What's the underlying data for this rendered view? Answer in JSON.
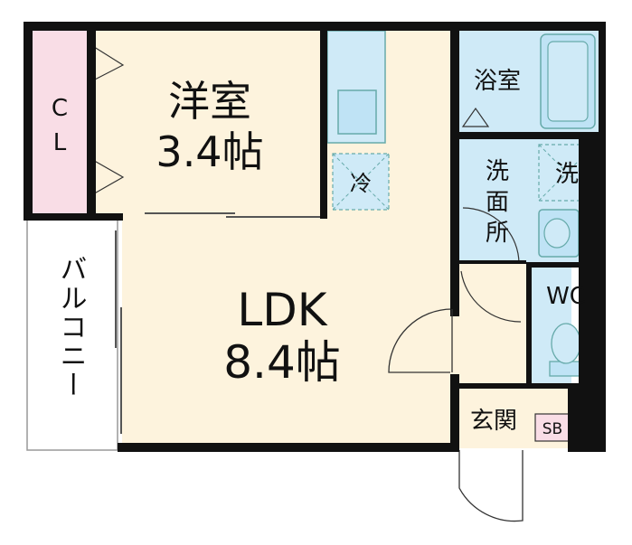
{
  "rooms": {
    "western_room": {
      "name": "洋室",
      "size": "3.4帖"
    },
    "ldk": {
      "name": "LDK",
      "size": "8.4帖"
    },
    "closet": {
      "label_1": "C",
      "label_2": "L"
    },
    "balcony": {
      "label": "バルコニー"
    },
    "bath": {
      "name": "浴室"
    },
    "washroom": {
      "name_1": "洗",
      "name_2": "面",
      "name_3": "所"
    },
    "wc": {
      "name": "WC"
    },
    "entrance": {
      "name": "玄関"
    }
  },
  "fixtures": {
    "fridge": "冷",
    "washer": "洗",
    "shoe_box": "SB"
  },
  "colors": {
    "wall": "#111111",
    "room_floor": "#fdf3dd",
    "wet_area": "#cfeaf7",
    "closet": "#f9dde6",
    "fixture_fill": "#bfe3f5"
  }
}
